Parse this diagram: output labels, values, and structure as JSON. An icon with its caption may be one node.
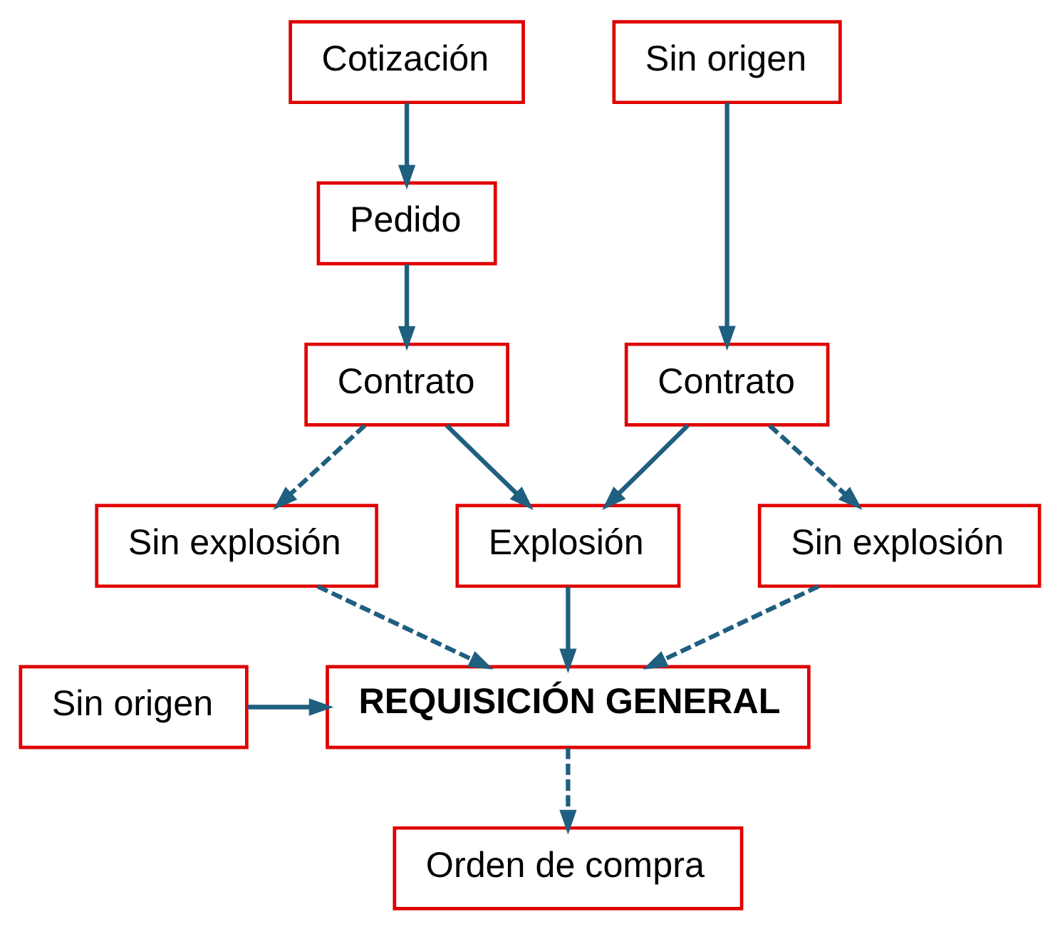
{
  "diagram": {
    "nodes": [
      {
        "text": [
          "Cotización"
        ]
      },
      {
        "text": [
          "Pedido"
        ]
      },
      {
        "text": [
          "Sin origen"
        ]
      },
      {
        "text": [
          "Contrato"
        ]
      },
      {
        "text": [
          "Contrato"
        ]
      },
      {
        "text": [
          "Sin explosión"
        ]
      },
      {
        "text": [
          "Explosión"
        ]
      },
      {
        "text": [
          "Sin explosión"
        ]
      },
      {
        "text": [
          "REQUISICIÓN GENERAL"
        ]
      },
      {
        "text": [
          "Sin origen"
        ]
      },
      {
        "text": [
          "Orden de compra"
        ]
      }
    ],
    "edges": [
      {
        "from": 0,
        "to": 1,
        "arrow": "to"
      },
      {
        "from": 1,
        "to": 3,
        "arrow": "to"
      },
      {
        "from": 2,
        "to": 4,
        "arrow": "to"
      },
      {
        "from": 3,
        "to": 5,
        "arrow": "to",
        "style": "dashed"
      },
      {
        "from": 3,
        "to": 6,
        "arrow": "to"
      },
      {
        "from": 4,
        "to": 6,
        "arrow": "to"
      },
      {
        "from": 4,
        "to": 7,
        "arrow": "to",
        "style": "dashed"
      },
      {
        "from": 5,
        "to": 8,
        "arrow": "to",
        "style": "dashed"
      },
      {
        "from": 6,
        "to": 8,
        "arrow": "to"
      },
      {
        "from": 7,
        "to": 8,
        "arrow": "to",
        "style": "dashed"
      },
      {
        "from": 9,
        "to": 8,
        "arrow": "to"
      },
      {
        "from": 8,
        "to": 10,
        "arrow": "to",
        "style": "dashed"
      }
    ]
  }
}
